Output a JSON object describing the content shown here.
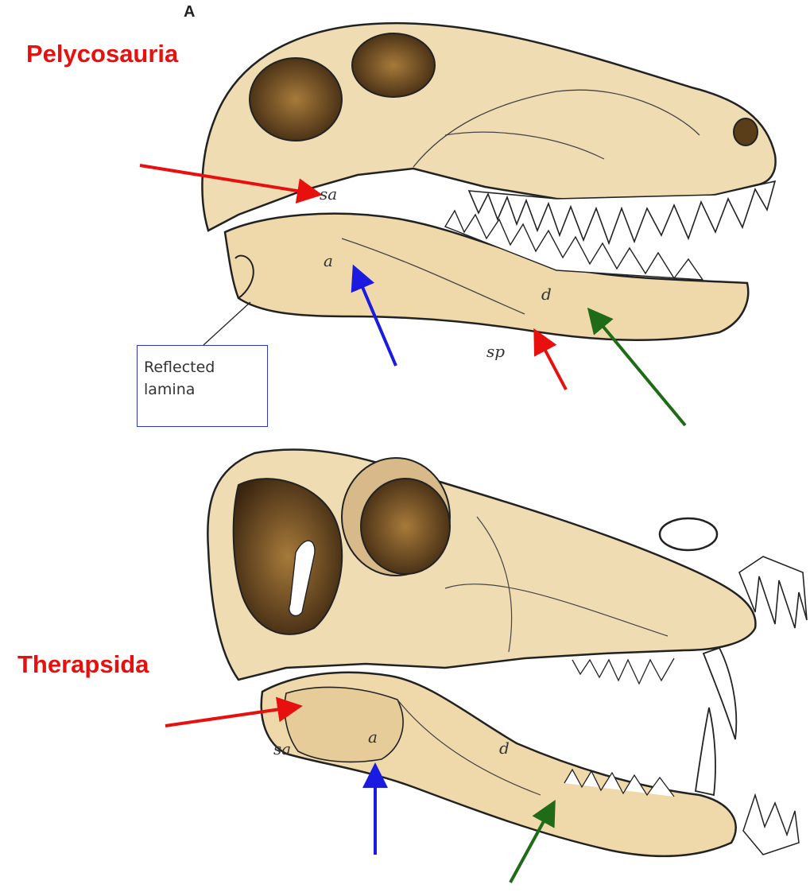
{
  "panel": {
    "letter": "A"
  },
  "groups": [
    {
      "name": "Pelycosauria",
      "color": "#e8100f"
    },
    {
      "name": "Therapsida",
      "color": "#e8100f"
    }
  ],
  "pelycosaur_labels": {
    "sa": "sa",
    "a": "a",
    "d": "d",
    "sp": "sp"
  },
  "therapsid_labels": {
    "sa": "sa",
    "a": "a",
    "d": "d"
  },
  "callout": {
    "line1": "Reflected",
    "line2": "lamina"
  },
  "arrow_colors": {
    "red": "#e8100f",
    "blue": "#1a1ae0",
    "green": "#1f6b17"
  },
  "bone_colors": {
    "light": "#f3e3c0",
    "mid": "#e6cc98",
    "dark": "#6b4a1e"
  }
}
